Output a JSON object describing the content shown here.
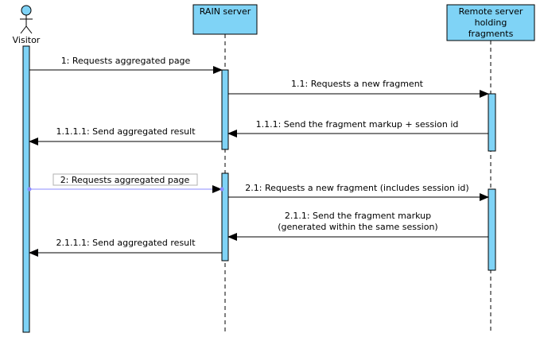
{
  "actors": {
    "visitor": {
      "name": "Visitor"
    },
    "rain": {
      "name": "RAIN server"
    },
    "remote": {
      "name_lines": [
        "Remote server",
        "holding",
        "fragments"
      ]
    }
  },
  "messages": {
    "m1": "1: Requests aggregated page",
    "m11": "1.1: Requests a new fragment",
    "m111": "1.1.1: Send the fragment markup + session id",
    "m1111": "1.1.1.1: Send aggregated result",
    "m2": "2: Requests aggregated page",
    "m21": "2.1: Requests a new fragment (includes session id)",
    "m211_lines": [
      "2.1.1: Send the fragment markup",
      "(generated within the same session)"
    ],
    "m2111": "2.1.1.1: Send aggregated result"
  },
  "colors": {
    "box_fill": "#7fd3f6",
    "line": "#000000",
    "lifeline": "#000000",
    "selection": "#8c8cff",
    "label_box_border": "#b0b0b0"
  }
}
